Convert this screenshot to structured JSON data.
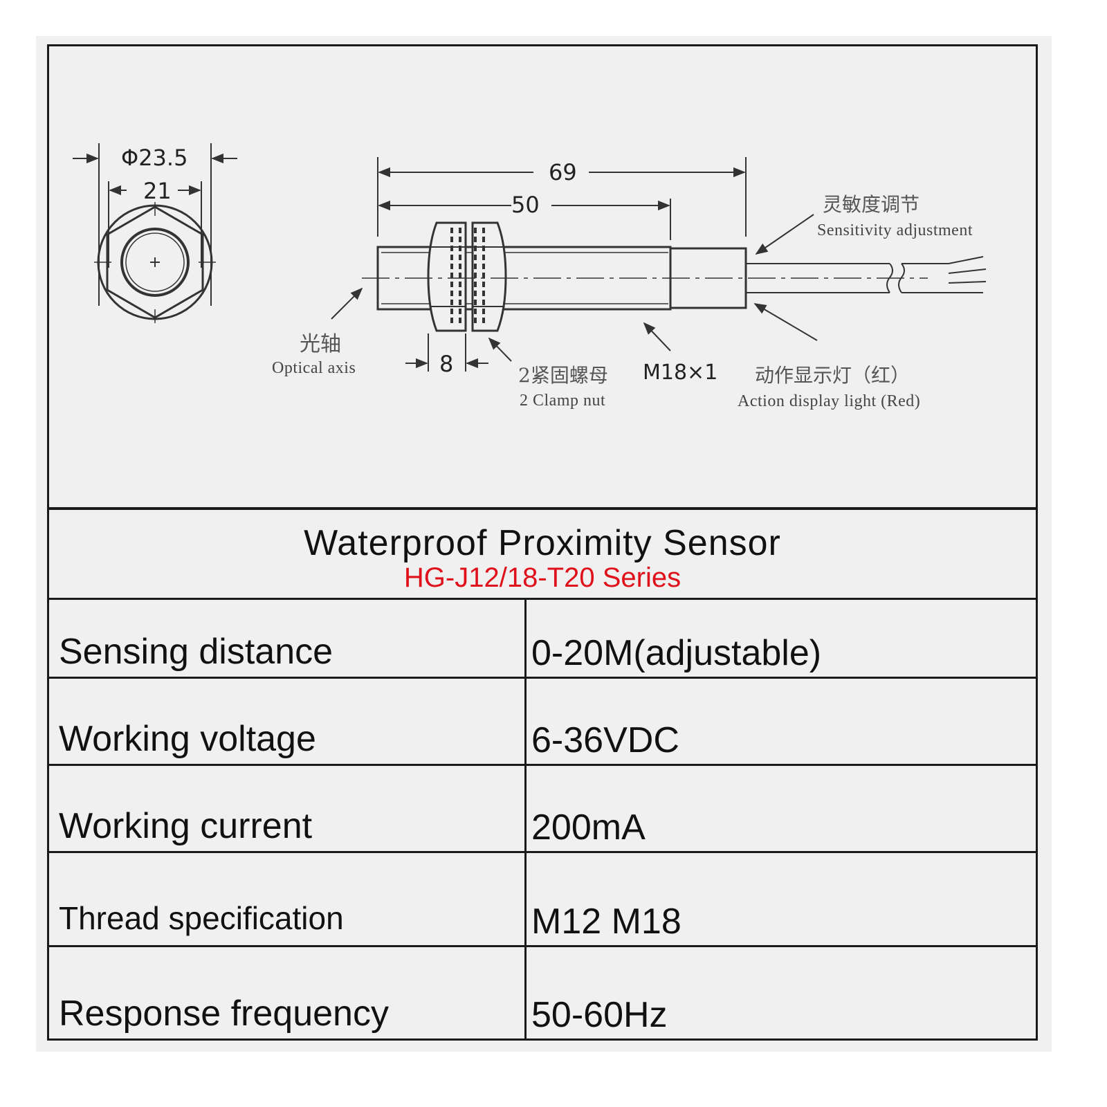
{
  "drawing": {
    "front_view": {
      "outer_diameter": "Φ23.5",
      "inner_width": "21"
    },
    "side_view": {
      "total_length": "69",
      "thread_length": "50",
      "nut_width": "8",
      "thread_spec": "M18×1"
    },
    "callouts": {
      "sensitivity_cn": "灵敏度调节",
      "sensitivity_en": "Sensitivity adjustment",
      "optical_axis_cn": "光轴",
      "optical_axis_en": "Optical axis",
      "clamp_nut_cn": "2紧固螺母",
      "clamp_nut_en": "2 Clamp nut",
      "action_light_cn": "动作显示灯（红）",
      "action_light_en": "Action display light (Red)"
    }
  },
  "header": {
    "title": "Waterproof Proximity Sensor",
    "subtitle": "HG-J12/18-T20 Series",
    "subtitle_color": "#e0101a"
  },
  "specs": [
    {
      "label": "Sensing distance",
      "value": "0-20M(adjustable)"
    },
    {
      "label": "Working voltage",
      "value": "6-36VDC"
    },
    {
      "label": "Working current",
      "value": "200mA"
    },
    {
      "label": "Thread specification",
      "value": "M12  M18"
    },
    {
      "label": "Response frequency",
      "value": "50-60Hz"
    }
  ]
}
